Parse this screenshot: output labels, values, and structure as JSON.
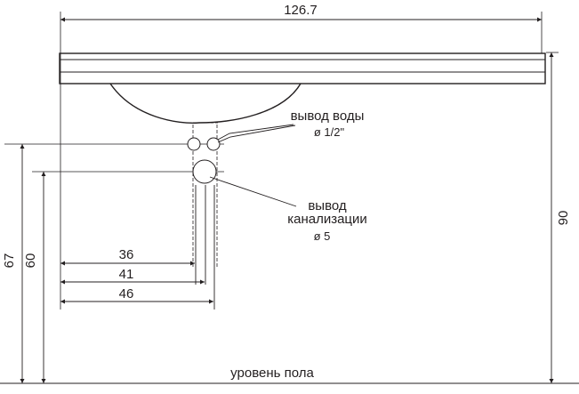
{
  "dimensions": {
    "width": "126.7",
    "height": "90",
    "water_outlet_height": "67",
    "sewer_outlet_height": "60",
    "offset_a": "36",
    "offset_b": "41",
    "offset_c": "46"
  },
  "labels": {
    "water_outlet": "вывод воды",
    "water_diameter": "ø 1/2\"",
    "sewer_outlet_line1": "вывод",
    "sewer_outlet_line2": "канализации",
    "sewer_diameter": "ø 5",
    "floor_level": "уровень пола"
  },
  "colors": {
    "line": "#231f20",
    "background": "#ffffff"
  }
}
